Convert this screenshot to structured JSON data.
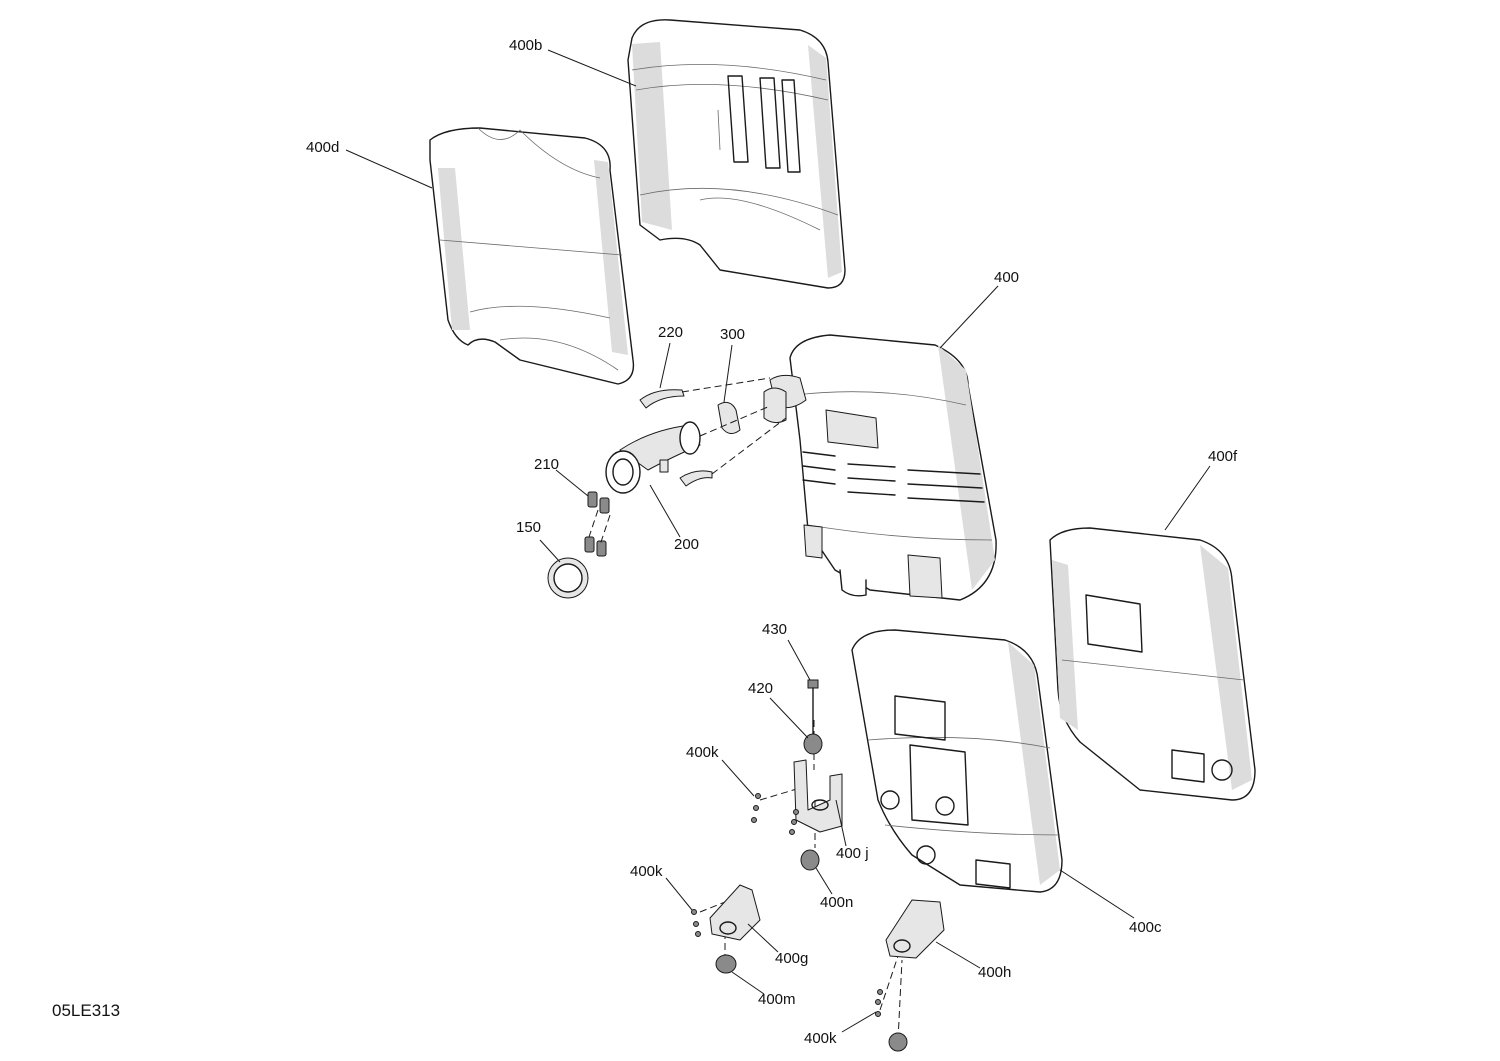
{
  "diagram": {
    "reference_code": "05LE313",
    "callouts": [
      {
        "id": "c-400b",
        "text": "400b"
      },
      {
        "id": "c-400d",
        "text": "400d"
      },
      {
        "id": "c-400",
        "text": "400"
      },
      {
        "id": "c-220",
        "text": "220"
      },
      {
        "id": "c-300",
        "text": "300"
      },
      {
        "id": "c-210",
        "text": "210"
      },
      {
        "id": "c-200",
        "text": "200"
      },
      {
        "id": "c-150",
        "text": "150"
      },
      {
        "id": "c-400f",
        "text": "400f"
      },
      {
        "id": "c-430",
        "text": "430"
      },
      {
        "id": "c-420",
        "text": "420"
      },
      {
        "id": "c-400k-a",
        "text": "400k"
      },
      {
        "id": "c-400j",
        "text": "400 j"
      },
      {
        "id": "c-400n",
        "text": "400n"
      },
      {
        "id": "c-400k-b",
        "text": "400k"
      },
      {
        "id": "c-400g",
        "text": "400g"
      },
      {
        "id": "c-400m",
        "text": "400m"
      },
      {
        "id": "c-400c",
        "text": "400c"
      },
      {
        "id": "c-400h",
        "text": "400h"
      },
      {
        "id": "c-400k-c",
        "text": "400k"
      }
    ]
  }
}
